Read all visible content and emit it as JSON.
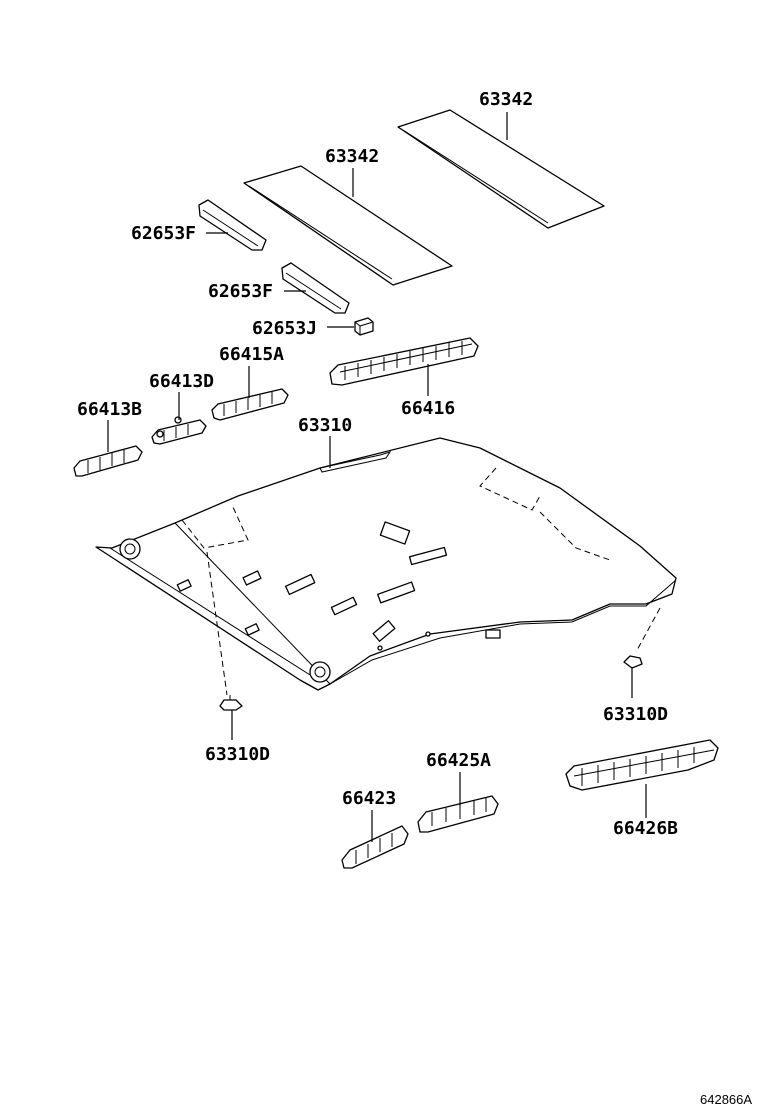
{
  "diagram": {
    "callouts": {
      "p63342_top": "63342",
      "p63342_mid": "63342",
      "p62653F_1": "62653F",
      "p62653F_2": "62653F",
      "p62653J": "62653J",
      "p66415A": "66415A",
      "p66413D": "66413D",
      "p66413B": "66413B",
      "p66416": "66416",
      "p63310": "63310",
      "p63310D_left": "63310D",
      "p63310D_right": "63310D",
      "p66425A": "66425A",
      "p66423": "66423",
      "p66426B": "66426B"
    },
    "reference_code": "642866A"
  }
}
